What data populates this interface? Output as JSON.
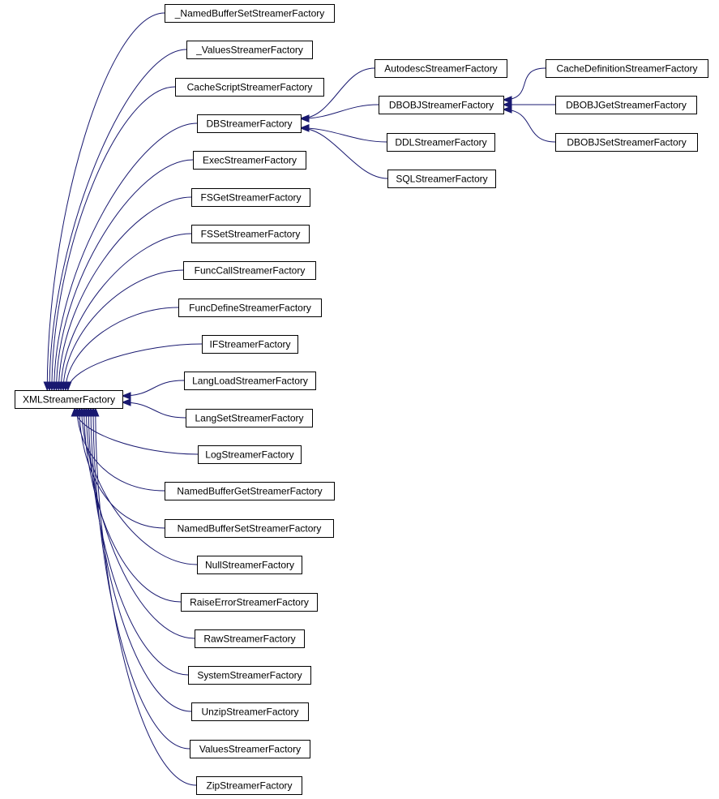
{
  "diagram": {
    "edge_color": "#191970",
    "nodes": [
      {
        "id": "XMLStreamerFactory",
        "label": "XMLStreamerFactory"
      },
      {
        "id": "_NamedBufferSetStreamerFactory",
        "label": "_NamedBufferSetStreamerFactory"
      },
      {
        "id": "_ValuesStreamerFactory",
        "label": "_ValuesStreamerFactory"
      },
      {
        "id": "CacheScriptStreamerFactory",
        "label": "CacheScriptStreamerFactory"
      },
      {
        "id": "DBStreamerFactory",
        "label": "DBStreamerFactory"
      },
      {
        "id": "ExecStreamerFactory",
        "label": "ExecStreamerFactory"
      },
      {
        "id": "FSGetStreamerFactory",
        "label": "FSGetStreamerFactory"
      },
      {
        "id": "FSSetStreamerFactory",
        "label": "FSSetStreamerFactory"
      },
      {
        "id": "FuncCallStreamerFactory",
        "label": "FuncCallStreamerFactory"
      },
      {
        "id": "FuncDefineStreamerFactory",
        "label": "FuncDefineStreamerFactory"
      },
      {
        "id": "IFStreamerFactory",
        "label": "IFStreamerFactory"
      },
      {
        "id": "LangLoadStreamerFactory",
        "label": "LangLoadStreamerFactory"
      },
      {
        "id": "LangSetStreamerFactory",
        "label": "LangSetStreamerFactory"
      },
      {
        "id": "LogStreamerFactory",
        "label": "LogStreamerFactory"
      },
      {
        "id": "NamedBufferGetStreamerFactory",
        "label": "NamedBufferGetStreamerFactory"
      },
      {
        "id": "NamedBufferSetStreamerFactory",
        "label": "NamedBufferSetStreamerFactory"
      },
      {
        "id": "NullStreamerFactory",
        "label": "NullStreamerFactory"
      },
      {
        "id": "RaiseErrorStreamerFactory",
        "label": "RaiseErrorStreamerFactory"
      },
      {
        "id": "RawStreamerFactory",
        "label": "RawStreamerFactory"
      },
      {
        "id": "SystemStreamerFactory",
        "label": "SystemStreamerFactory"
      },
      {
        "id": "UnzipStreamerFactory",
        "label": "UnzipStreamerFactory"
      },
      {
        "id": "ValuesStreamerFactory",
        "label": "ValuesStreamerFactory"
      },
      {
        "id": "ZipStreamerFactory",
        "label": "ZipStreamerFactory"
      },
      {
        "id": "AutodescStreamerFactory",
        "label": "AutodescStreamerFactory"
      },
      {
        "id": "DBOBJStreamerFactory",
        "label": "DBOBJStreamerFactory"
      },
      {
        "id": "DDLStreamerFactory",
        "label": "DDLStreamerFactory"
      },
      {
        "id": "SQLStreamerFactory",
        "label": "SQLStreamerFactory"
      },
      {
        "id": "CacheDefinitionStreamerFactory",
        "label": "CacheDefinitionStreamerFactory"
      },
      {
        "id": "DBOBJGetStreamerFactory",
        "label": "DBOBJGetStreamerFactory"
      },
      {
        "id": "DBOBJSetStreamerFactory",
        "label": "DBOBJSetStreamerFactory"
      }
    ],
    "edges": [
      {
        "from": "_NamedBufferSetStreamerFactory",
        "to": "XMLStreamerFactory"
      },
      {
        "from": "_ValuesStreamerFactory",
        "to": "XMLStreamerFactory"
      },
      {
        "from": "CacheScriptStreamerFactory",
        "to": "XMLStreamerFactory"
      },
      {
        "from": "DBStreamerFactory",
        "to": "XMLStreamerFactory"
      },
      {
        "from": "ExecStreamerFactory",
        "to": "XMLStreamerFactory"
      },
      {
        "from": "FSGetStreamerFactory",
        "to": "XMLStreamerFactory"
      },
      {
        "from": "FSSetStreamerFactory",
        "to": "XMLStreamerFactory"
      },
      {
        "from": "FuncCallStreamerFactory",
        "to": "XMLStreamerFactory"
      },
      {
        "from": "FuncDefineStreamerFactory",
        "to": "XMLStreamerFactory"
      },
      {
        "from": "IFStreamerFactory",
        "to": "XMLStreamerFactory"
      },
      {
        "from": "LangLoadStreamerFactory",
        "to": "XMLStreamerFactory"
      },
      {
        "from": "LangSetStreamerFactory",
        "to": "XMLStreamerFactory"
      },
      {
        "from": "LogStreamerFactory",
        "to": "XMLStreamerFactory"
      },
      {
        "from": "NamedBufferGetStreamerFactory",
        "to": "XMLStreamerFactory"
      },
      {
        "from": "NamedBufferSetStreamerFactory",
        "to": "XMLStreamerFactory"
      },
      {
        "from": "NullStreamerFactory",
        "to": "XMLStreamerFactory"
      },
      {
        "from": "RaiseErrorStreamerFactory",
        "to": "XMLStreamerFactory"
      },
      {
        "from": "RawStreamerFactory",
        "to": "XMLStreamerFactory"
      },
      {
        "from": "SystemStreamerFactory",
        "to": "XMLStreamerFactory"
      },
      {
        "from": "UnzipStreamerFactory",
        "to": "XMLStreamerFactory"
      },
      {
        "from": "ValuesStreamerFactory",
        "to": "XMLStreamerFactory"
      },
      {
        "from": "ZipStreamerFactory",
        "to": "XMLStreamerFactory"
      },
      {
        "from": "AutodescStreamerFactory",
        "to": "DBStreamerFactory"
      },
      {
        "from": "DBOBJStreamerFactory",
        "to": "DBStreamerFactory"
      },
      {
        "from": "DDLStreamerFactory",
        "to": "DBStreamerFactory"
      },
      {
        "from": "SQLStreamerFactory",
        "to": "DBStreamerFactory"
      },
      {
        "from": "CacheDefinitionStreamerFactory",
        "to": "DBOBJStreamerFactory"
      },
      {
        "from": "DBOBJGetStreamerFactory",
        "to": "DBOBJStreamerFactory"
      },
      {
        "from": "DBOBJSetStreamerFactory",
        "to": "DBOBJStreamerFactory"
      }
    ]
  }
}
